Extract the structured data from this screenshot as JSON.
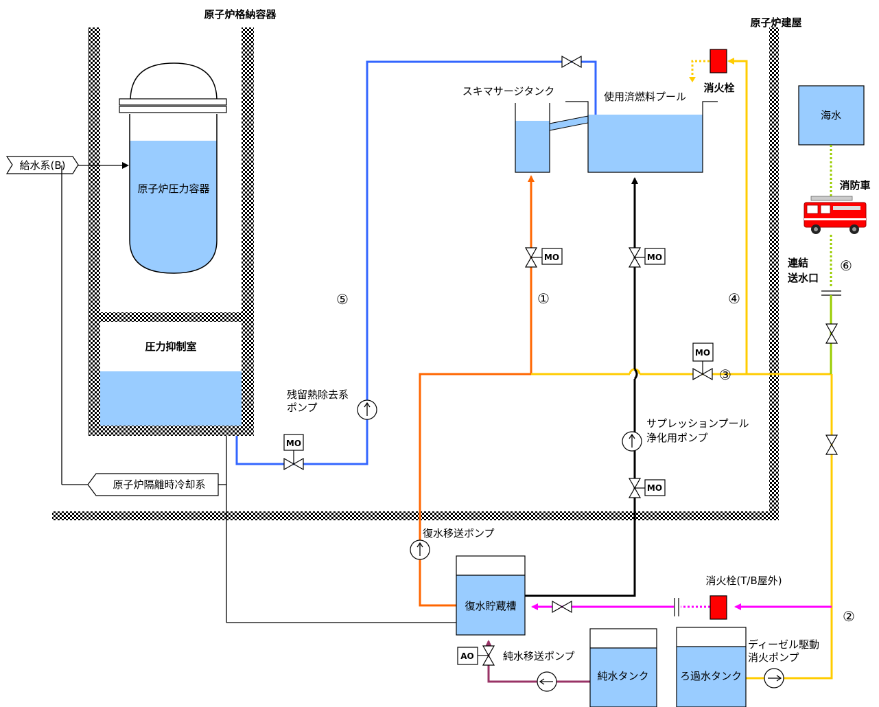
{
  "labels": {
    "pcv": "原子炉格納容器",
    "reactor_building": "原子炉建屋",
    "rpv": "原子炉圧力容器",
    "suppression_chamber": "圧力抑制室",
    "feedwater_b": "給水系(B)",
    "rcic": "原子炉隔離時冷却系",
    "rhr_pump_1": "残留熱除去系",
    "rhr_pump_2": "ポンプ",
    "skimmer_tank": "スキマサージタンク",
    "spent_fuel_pool": "使用済燃料プール",
    "hydrant_top": "消火栓",
    "seawater": "海水",
    "fire_truck": "消防車",
    "connection_1": "連結",
    "connection_2": "送水口",
    "sp_cleanup_1": "サプレッションプール",
    "sp_cleanup_2": "浄化用ポンプ",
    "condensate_transfer_pump": "復水移送ポンプ",
    "condensate_storage_tank": "復水貯蔵槽",
    "hydrant_outdoor": "消火栓(T/B屋外)",
    "pure_water_pump": "純水移送ポンプ",
    "pure_water_tank": "純水タンク",
    "filtered_water_tank": "ろ過水タンク",
    "diesel_pump_1": "ディーゼル駆動",
    "diesel_pump_2": "消火ポンプ",
    "mo": "MO",
    "ao": "AO"
  },
  "route_numbers": {
    "r1": "①",
    "r2": "②",
    "r3": "③",
    "r4": "④",
    "r5": "⑤",
    "r6": "⑥"
  },
  "colors": {
    "water": "#99ccff",
    "blue_line": "#3366ff",
    "orange_line": "#ff6600",
    "yellow_line": "#ffcc00",
    "black_line": "#000000",
    "magenta_line": "#ff00ff",
    "purple_line": "#993366",
    "green_line": "#99cc00",
    "hydrant_red": "#ff0000"
  }
}
